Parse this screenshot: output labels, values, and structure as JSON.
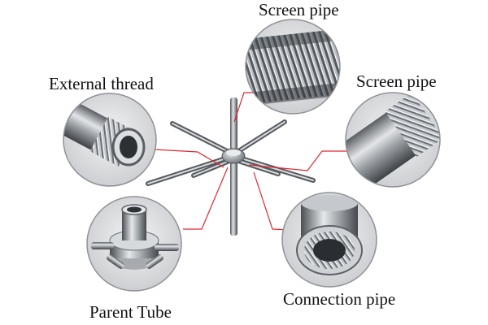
{
  "labels": {
    "screen_pipe_top": "Screen pipe",
    "external_thread": "External thread",
    "screen_pipe_right": "Screen pipe",
    "connection_pipe": "Connection pipe",
    "parent_tube": "Parent Tube"
  },
  "colors": {
    "background": "#ffffff",
    "leader_line": "#e0262b",
    "steel_light": "#d9dcdf",
    "steel_mid": "#9ea3a8",
    "steel_dark": "#4a4e53"
  }
}
